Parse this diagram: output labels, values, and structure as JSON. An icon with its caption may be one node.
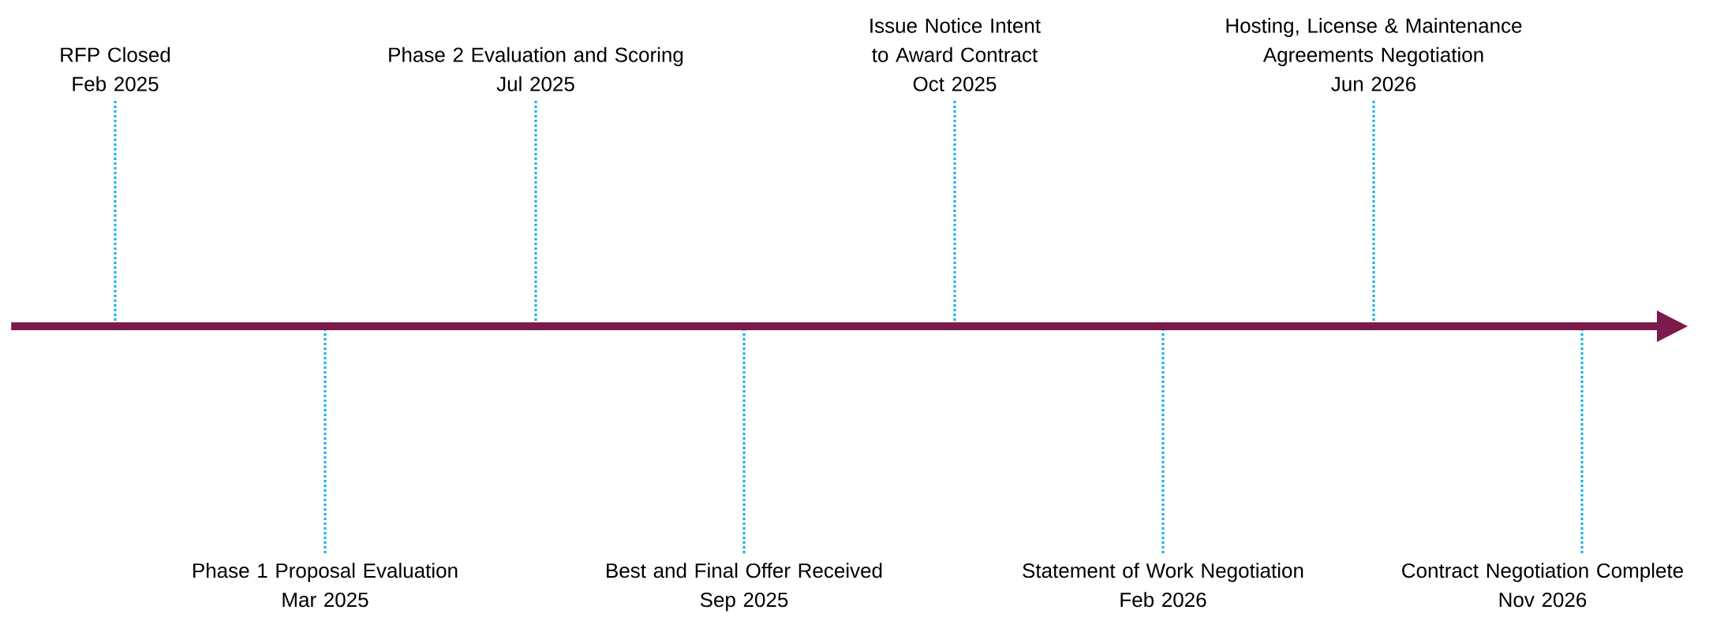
{
  "diagram": {
    "nodes": [
      {
        "text": [],
        "shape": "arrow"
      },
      {
        "text": [
          "RFP Closed",
          "Feb 2025"
        ]
      },
      {
        "text": [
          "Phase 1 Proposal Evaluation",
          "Mar 2025"
        ]
      },
      {
        "text": [
          "Phase 2 Evaluation and Scoring",
          "Jul 2025"
        ]
      },
      {
        "text": [
          "Best and Final Offer Received",
          "Sep 2025"
        ]
      },
      {
        "text": [
          "Issue Notice Intent to Award Contract",
          "Oct 2025"
        ]
      },
      {
        "text": [
          "Statement of Work Negotiation",
          "Feb 2026"
        ]
      },
      {
        "text": [
          "Hosting, License & Maintenance Agreements Negotiation",
          "Jun 2026"
        ]
      },
      {
        "text": [
          "Contract Negotiation Complete",
          "Nov 2026"
        ]
      }
    ],
    "edges": [
      {
        "from": 1,
        "to": 0,
        "arrow": "none",
        "style": "dashed"
      },
      {
        "from": 2,
        "to": 0,
        "arrow": "none",
        "style": "dashed"
      },
      {
        "from": 3,
        "to": 0,
        "arrow": "none",
        "style": "dashed"
      },
      {
        "from": 4,
        "to": 0,
        "arrow": "none",
        "style": "dashed"
      },
      {
        "from": 5,
        "to": 0,
        "arrow": "none",
        "style": "dashed"
      },
      {
        "from": 6,
        "to": 0,
        "arrow": "none",
        "style": "dashed"
      },
      {
        "from": 7,
        "to": 0,
        "arrow": "none",
        "style": "dashed"
      },
      {
        "from": 8,
        "to": 0,
        "arrow": "none",
        "style": "dashed"
      }
    ]
  }
}
